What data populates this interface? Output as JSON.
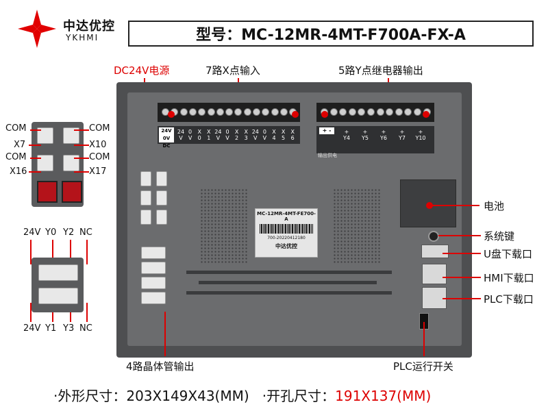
{
  "brand": {
    "name_cn": "中达优控",
    "name_en": "YKHMI"
  },
  "model": "型号：MC-12MR-4MT-F700A-FX-A",
  "labels": {
    "power": "DC24V电源",
    "inputs": "7路X点输入",
    "outputs": "5路Y点继电器输出",
    "battery": "电池",
    "system_key": "系统键",
    "u_download": "U盘下载口",
    "hmi_download": "HMI下载口",
    "plc_download": "PLC下载口",
    "run_switch": "PLC运行开关",
    "transistor_out": "4路晶体管输出"
  },
  "left_connectors": {
    "com1": "COM",
    "x7": "X7",
    "com2": "COM",
    "x10": "X10",
    "com3": "COM",
    "x16": "X16",
    "com4": "COM",
    "x17": "X17"
  },
  "transistor_pins_top": [
    "24V",
    "Y0",
    "Y2",
    "NC"
  ],
  "transistor_pins_bottom": [
    "24V",
    "Y1",
    "Y3",
    "NC"
  ],
  "terminal_labels": {
    "dc": "24V 0V DC",
    "inputs": [
      "24 V",
      "0 V",
      "X 0",
      "X 1",
      "24 V",
      "0 V",
      "X 2",
      "X 3",
      "24 V",
      "0 V",
      "X 4",
      "X 5",
      "X 6"
    ],
    "outputs_pm": "+ -",
    "outputs": [
      "+ Y4",
      "+ Y5",
      "+ Y6",
      "+ Y7",
      "+ Y10"
    ],
    "output_supply": "输出供电"
  },
  "device_sticker": {
    "model": "MC-12MR-4MT-FE700-A",
    "serial": "700-20220412180",
    "brand": "中达优控"
  },
  "specs": {
    "outer_label": "·外形尺寸：",
    "outer_value": "203X149X43(MM)",
    "cut_label": "·开孔尺寸：",
    "cut_value": "191X137(MM)"
  },
  "colors": {
    "accent": "#dd0000",
    "device": "#4e4f51"
  }
}
